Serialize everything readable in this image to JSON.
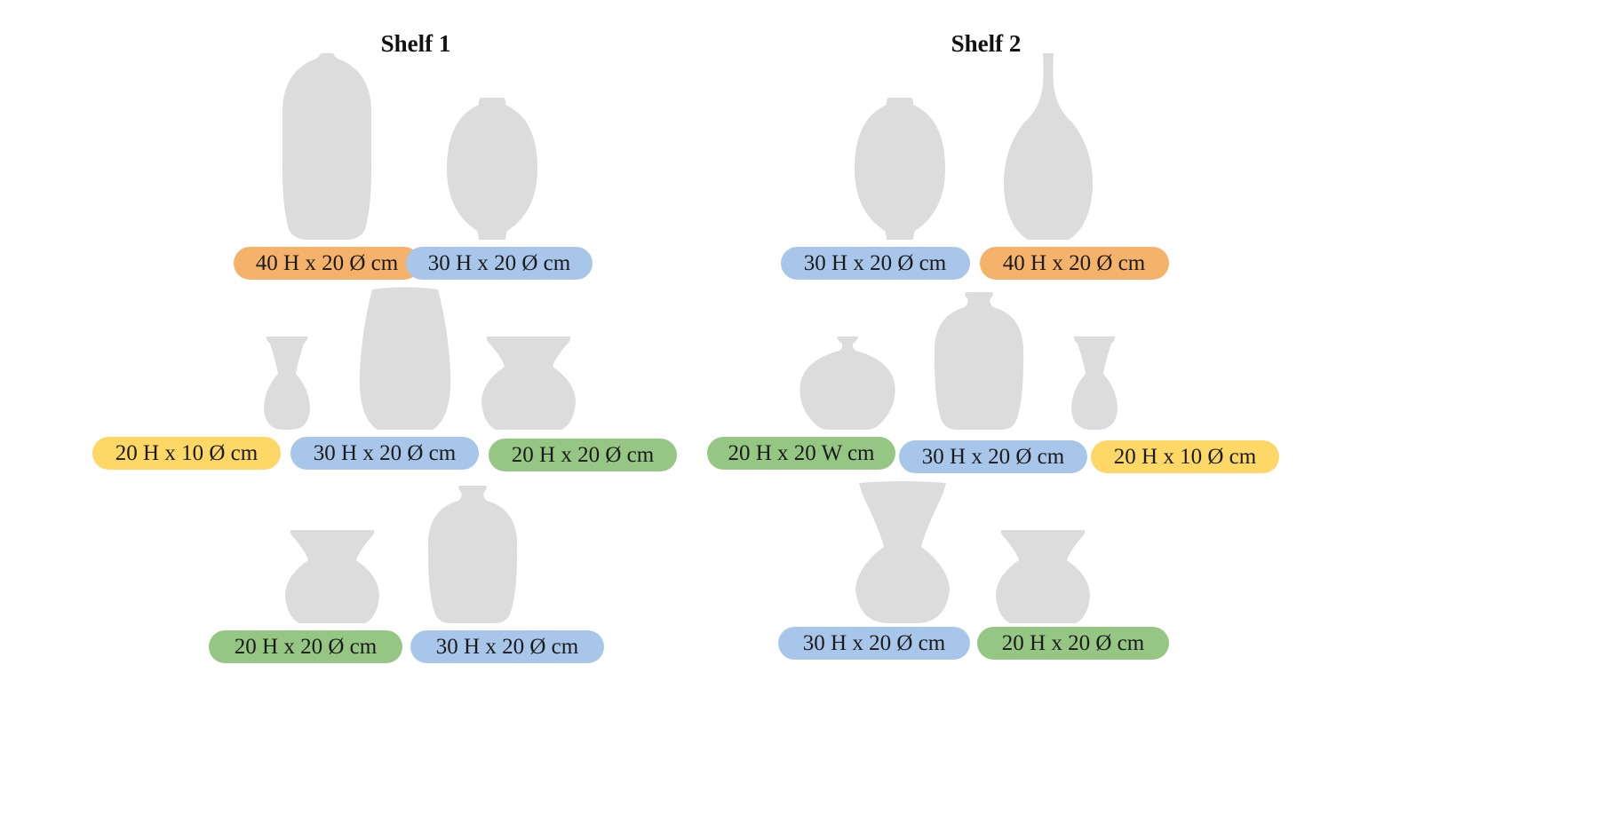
{
  "colors": {
    "h40": "#f5b26b",
    "h30": "#a8c6ea",
    "h20_wide": "#96c683",
    "h20_narrow": "#fdd866",
    "vase": "#dcdcdc"
  },
  "shelves": [
    {
      "title": "Shelf 1",
      "rows": [
        {
          "items": [
            {
              "shape": "tall-bottle",
              "label": "40 H x 20 Ø cm",
              "color": "h40"
            },
            {
              "shape": "round-jar",
              "label": "30 H x 20 Ø cm",
              "color": "h30"
            }
          ]
        },
        {
          "items": [
            {
              "shape": "small-bud-vase",
              "label": "20 H x 10 Ø cm",
              "color": "h20_narrow"
            },
            {
              "shape": "wide-urn",
              "label": "30 H x 20 Ø cm",
              "color": "h30"
            },
            {
              "shape": "low-pot",
              "label": "20 H x 20 Ø cm",
              "color": "h20_wide"
            }
          ]
        },
        {
          "items": [
            {
              "shape": "low-pot",
              "label": "20 H x 20 Ø cm",
              "color": "h20_wide"
            },
            {
              "shape": "shouldered-vase",
              "label": "30 H x 20 Ø cm",
              "color": "h30"
            }
          ]
        }
      ]
    },
    {
      "title": "Shelf 2",
      "rows": [
        {
          "items": [
            {
              "shape": "round-jar",
              "label": "30 H x 20 Ø cm",
              "color": "h30"
            },
            {
              "shape": "long-neck-bottle",
              "label": "40 H x 20 Ø cm",
              "color": "h40"
            }
          ]
        },
        {
          "items": [
            {
              "shape": "squat-bottle",
              "label": "20 H x 20 W cm",
              "color": "h20_wide"
            },
            {
              "shape": "shouldered-vase",
              "label": "30 H x 20 Ø cm",
              "color": "h30"
            },
            {
              "shape": "small-bud-vase",
              "label": "20 H x 10 Ø cm",
              "color": "h20_narrow"
            }
          ]
        },
        {
          "items": [
            {
              "shape": "flared-vase",
              "label": "30 H x 20 Ø cm",
              "color": "h30"
            },
            {
              "shape": "low-pot",
              "label": "20 H x 20 Ø cm",
              "color": "h20_wide"
            }
          ]
        }
      ]
    }
  ]
}
